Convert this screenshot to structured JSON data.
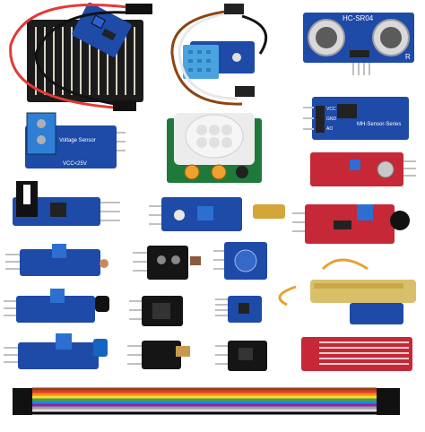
{
  "labels": {
    "ultrasonic": "HC-SR04",
    "ultrasonic_side": "R",
    "voltage_title": "Voltage Sensor",
    "voltage_range": "VCC<25V",
    "mh_series": "MH-Sensor-Series",
    "pin_vcc": "VCC",
    "pin_gnd": "GND",
    "pin_ao": "AO"
  },
  "ribbon_colors": [
    "#8B4513",
    "#e53935",
    "#fb8c00",
    "#fdd835",
    "#43a047",
    "#1e88e5",
    "#8e24aa",
    "#9e9e9e",
    "#ffffff",
    "#000000"
  ]
}
